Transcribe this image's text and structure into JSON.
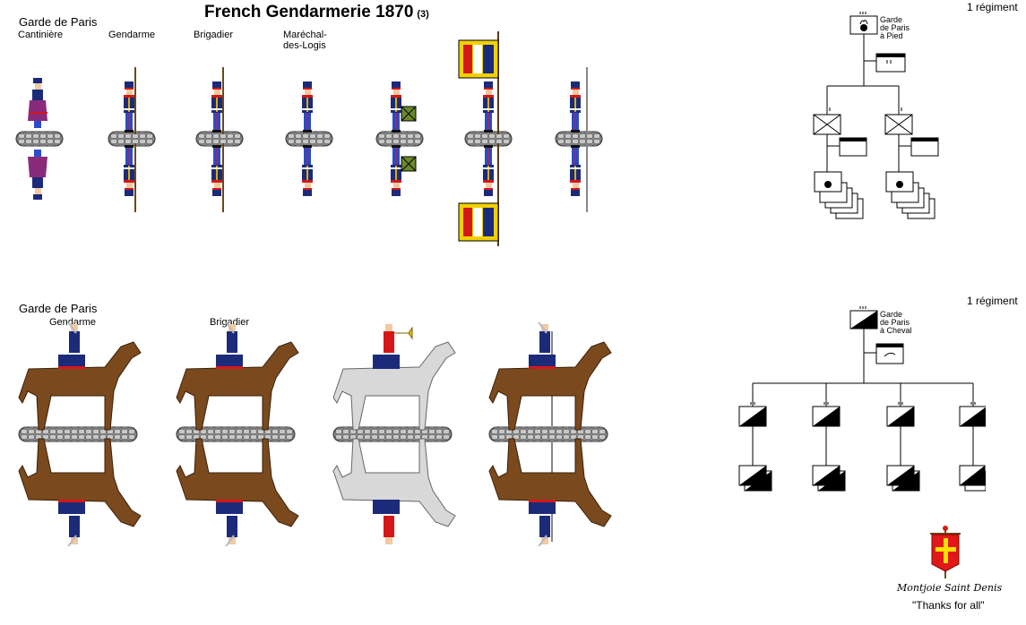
{
  "title": "French Gendarmerie 1870",
  "title_suffix": "(3)",
  "foot": {
    "section_label": "Garde de Paris",
    "figures": [
      "Cantinière",
      "Gendarme",
      "Brigadier",
      "Maréchal-\ndes-Logis"
    ],
    "regiment_count": "1 régiment",
    "unit_name": "Garde\nde Paris\nà Pied"
  },
  "horse": {
    "section_label": "Garde de Paris",
    "figures": [
      "Gendarme",
      "Brigadier"
    ],
    "regiment_count": "1 régiment",
    "unit_name": "Garde\nde Paris\nà Cheval"
  },
  "credit": {
    "name": "Montjoie Saint Denis",
    "thanks": "\"Thanks for all\""
  },
  "colors": {
    "uniform_blue": "#1c2a7a",
    "trouser_blue": "#2a4cc8",
    "red": "#d41818",
    "base_gray": "#8a8a8a",
    "horse_brown": "#7a4a1e",
    "horse_gray": "#d8d8d8",
    "flag_yellow": "#f0d000",
    "banner_red": "#e01818",
    "banner_cross": "#ffe000"
  },
  "icons": [
    "grenade-icon",
    "infantry-symbol",
    "cavalry-symbol",
    "horn-icon",
    "banner-icon"
  ]
}
